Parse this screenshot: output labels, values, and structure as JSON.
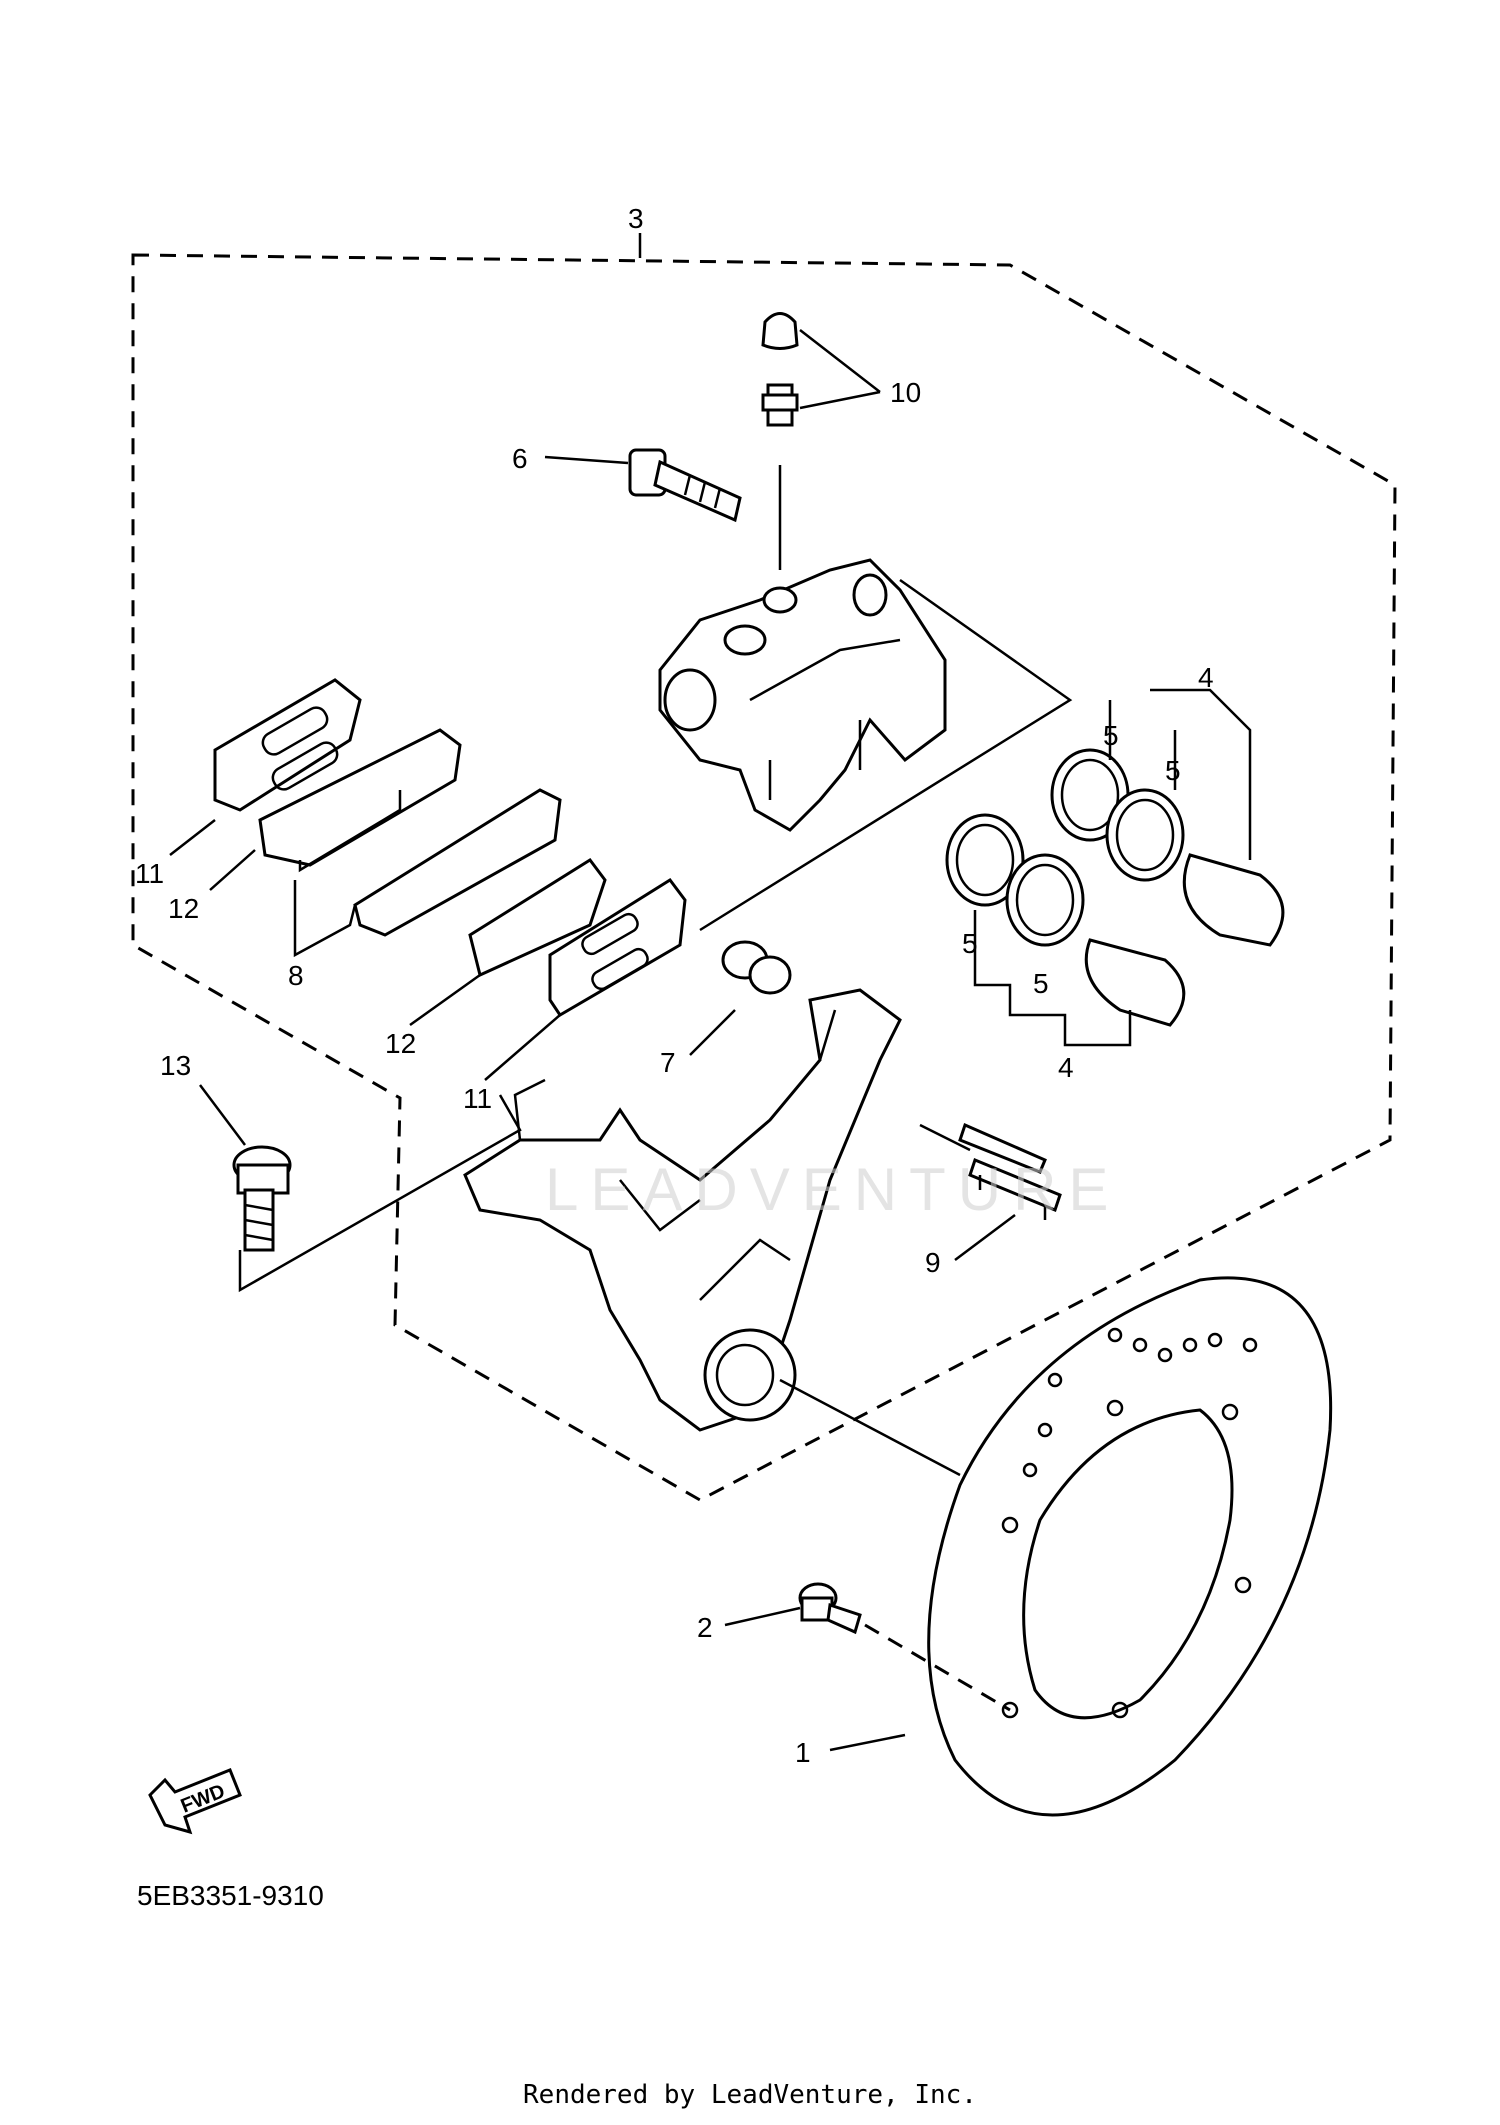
{
  "callouts": {
    "c1": "1",
    "c2": "2",
    "c3": "3",
    "c4a": "4",
    "c4b": "4",
    "c5a": "5",
    "c5b": "5",
    "c5c": "5",
    "c5d": "5",
    "c6": "6",
    "c7": "7",
    "c8": "8",
    "c9": "9",
    "c10": "10",
    "c11a": "11",
    "c11b": "11",
    "c12a": "12",
    "c12b": "12",
    "c13": "13"
  },
  "fwd_label": "FWD",
  "diagram_code": "5EB3351-9310",
  "watermark": "LEADVENTURE",
  "footer": "Rendered by LeadVenture, Inc."
}
